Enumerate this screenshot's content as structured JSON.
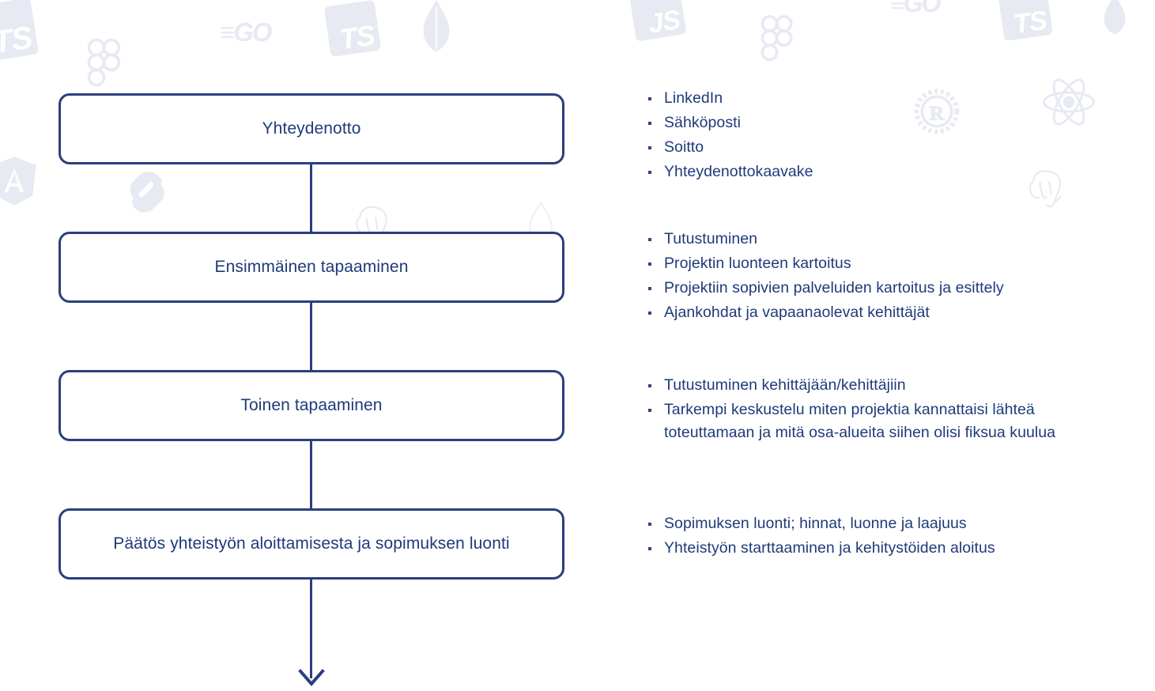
{
  "colors": {
    "box_border": "#2a3f7f",
    "text_navy": "#1f3a7a",
    "bullet_dot": "#2d4687",
    "watermark": "#e7eaf2",
    "background": "#ffffff"
  },
  "flowchart": {
    "steps": [
      {
        "label": "Yhteydenotto"
      },
      {
        "label": "Ensimmäinen tapaaminen"
      },
      {
        "label": "Toinen tapaaminen"
      },
      {
        "label": "Päätös yhteistyön aloittamisesta ja sopimuksen luonti"
      }
    ]
  },
  "bullet_groups": [
    {
      "items": [
        "LinkedIn",
        "Sähköposti",
        "Soitto",
        "Yhteydenottokaavake"
      ]
    },
    {
      "items": [
        "Tutustuminen",
        "Projektin luonteen kartoitus",
        "Projektiin sopivien palveluiden kartoitus ja esittely",
        "Ajankohdat ja vapaanaolevat kehittäjät"
      ]
    },
    {
      "items": [
        "Tutustuminen kehittäjään/kehittäjiin",
        "Tarkempi keskustelu miten projektia kannattaisi lähteä toteuttamaan ja mitä osa-alueita siihen olisi fiksua kuulua"
      ]
    },
    {
      "items": [
        "Sopimuksen luonti; hinnat, luonne ja laajuus",
        "Yhteistyön starttaaminen ja kehitystöiden aloitus"
      ]
    }
  ],
  "watermarks": [
    {
      "name": "typescript-logo",
      "text": "TS"
    },
    {
      "name": "javascript-logo",
      "text": "JS"
    },
    {
      "name": "figma-logo",
      "text": ""
    },
    {
      "name": "golang-logo",
      "text": "GO"
    },
    {
      "name": "mongodb-logo",
      "text": ""
    },
    {
      "name": "angular-logo",
      "text": ""
    },
    {
      "name": "svelte-logo",
      "text": "S"
    },
    {
      "name": "rust-logo",
      "text": "R"
    },
    {
      "name": "react-logo",
      "text": ""
    },
    {
      "name": "postgresql-logo",
      "text": ""
    }
  ]
}
